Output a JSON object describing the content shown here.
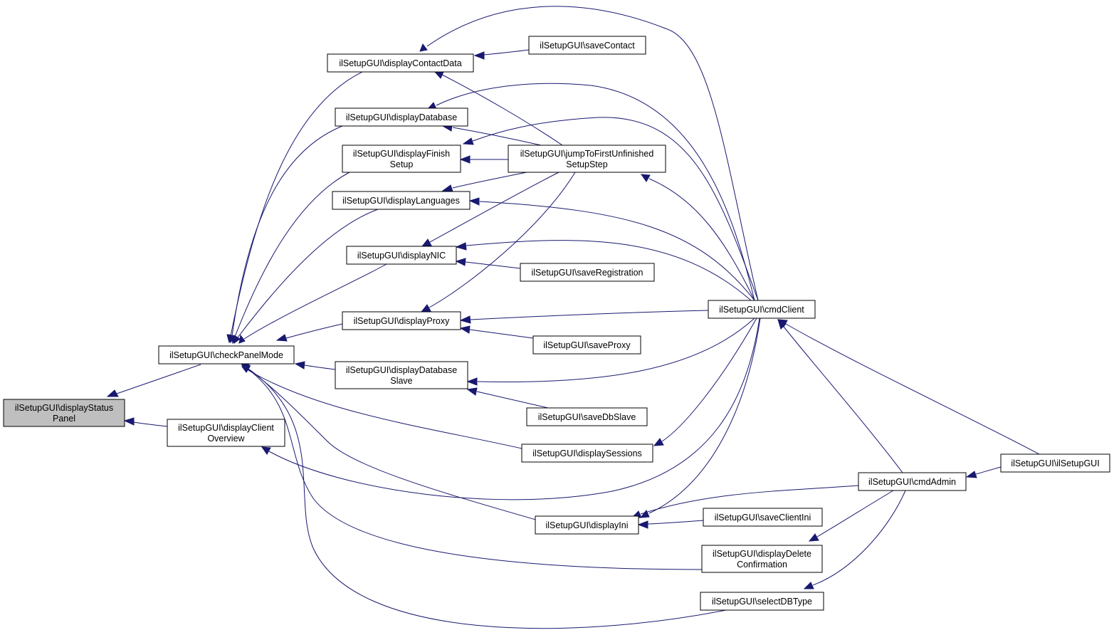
{
  "graph": {
    "nodes": [
      {
        "id": "displayStatusPanel",
        "lines": [
          "ilSetupGUI\\displayStatus",
          "Panel"
        ],
        "focus": true
      },
      {
        "id": "checkPanelMode",
        "lines": [
          "ilSetupGUI\\checkPanelMode"
        ]
      },
      {
        "id": "displayClientOverview",
        "lines": [
          "ilSetupGUI\\displayClient",
          "Overview"
        ]
      },
      {
        "id": "displayContactData",
        "lines": [
          "ilSetupGUI\\displayContactData"
        ]
      },
      {
        "id": "displayDatabase",
        "lines": [
          "ilSetupGUI\\displayDatabase"
        ]
      },
      {
        "id": "displayFinishSetup",
        "lines": [
          "ilSetupGUI\\displayFinish",
          "Setup"
        ]
      },
      {
        "id": "displayLanguages",
        "lines": [
          "ilSetupGUI\\displayLanguages"
        ]
      },
      {
        "id": "displayNIC",
        "lines": [
          "ilSetupGUI\\displayNIC"
        ]
      },
      {
        "id": "displayProxy",
        "lines": [
          "ilSetupGUI\\displayProxy"
        ]
      },
      {
        "id": "displayDatabaseSlave",
        "lines": [
          "ilSetupGUI\\displayDatabase",
          "Slave"
        ]
      },
      {
        "id": "saveContact",
        "lines": [
          "ilSetupGUI\\saveContact"
        ]
      },
      {
        "id": "jumpToFirstUnfinishedSetupStep",
        "lines": [
          "ilSetupGUI\\jumpToFirstUnfinished",
          "SetupStep"
        ]
      },
      {
        "id": "saveRegistration",
        "lines": [
          "ilSetupGUI\\saveRegistration"
        ]
      },
      {
        "id": "cmdClient",
        "lines": [
          "ilSetupGUI\\cmdClient"
        ]
      },
      {
        "id": "saveProxy",
        "lines": [
          "ilSetupGUI\\saveProxy"
        ]
      },
      {
        "id": "saveDbSlave",
        "lines": [
          "ilSetupGUI\\saveDbSlave"
        ]
      },
      {
        "id": "displaySessions",
        "lines": [
          "ilSetupGUI\\displaySessions"
        ]
      },
      {
        "id": "cmdAdmin",
        "lines": [
          "ilSetupGUI\\cmdAdmin"
        ]
      },
      {
        "id": "ilSetupGUI",
        "lines": [
          "ilSetupGUI\\ilSetupGUI"
        ]
      },
      {
        "id": "displayIni",
        "lines": [
          "ilSetupGUI\\displayIni"
        ]
      },
      {
        "id": "saveClientIni",
        "lines": [
          "ilSetupGUI\\saveClientIni"
        ]
      },
      {
        "id": "displayDeleteConfirmation",
        "lines": [
          "ilSetupGUI\\displayDelete",
          "Confirmation"
        ]
      },
      {
        "id": "selectDBType",
        "lines": [
          "ilSetupGUI\\selectDBType"
        ]
      }
    ],
    "edges": [
      {
        "from": "checkPanelMode",
        "to": "displayStatusPanel"
      },
      {
        "from": "displayClientOverview",
        "to": "displayStatusPanel"
      },
      {
        "from": "displayContactData",
        "to": "checkPanelMode"
      },
      {
        "from": "displayDatabase",
        "to": "checkPanelMode"
      },
      {
        "from": "displayFinishSetup",
        "to": "checkPanelMode"
      },
      {
        "from": "displayLanguages",
        "to": "checkPanelMode"
      },
      {
        "from": "displayNIC",
        "to": "checkPanelMode"
      },
      {
        "from": "displayProxy",
        "to": "checkPanelMode"
      },
      {
        "from": "displayDatabaseSlave",
        "to": "checkPanelMode"
      },
      {
        "from": "displaySessions",
        "to": "checkPanelMode"
      },
      {
        "from": "displayIni",
        "to": "checkPanelMode"
      },
      {
        "from": "displayDeleteConfirmation",
        "to": "checkPanelMode"
      },
      {
        "from": "selectDBType",
        "to": "checkPanelMode"
      },
      {
        "from": "saveContact",
        "to": "displayContactData"
      },
      {
        "from": "jumpToFirstUnfinishedSetupStep",
        "to": "displayContactData"
      },
      {
        "from": "cmdClient",
        "to": "displayContactData"
      },
      {
        "from": "jumpToFirstUnfinishedSetupStep",
        "to": "displayDatabase"
      },
      {
        "from": "cmdClient",
        "to": "displayDatabase"
      },
      {
        "from": "jumpToFirstUnfinishedSetupStep",
        "to": "displayFinishSetup"
      },
      {
        "from": "cmdClient",
        "to": "displayFinishSetup"
      },
      {
        "from": "jumpToFirstUnfinishedSetupStep",
        "to": "displayLanguages"
      },
      {
        "from": "cmdClient",
        "to": "displayLanguages"
      },
      {
        "from": "jumpToFirstUnfinishedSetupStep",
        "to": "displayNIC"
      },
      {
        "from": "saveRegistration",
        "to": "displayNIC"
      },
      {
        "from": "cmdClient",
        "to": "displayNIC"
      },
      {
        "from": "jumpToFirstUnfinishedSetupStep",
        "to": "displayProxy"
      },
      {
        "from": "cmdClient",
        "to": "displayProxy"
      },
      {
        "from": "saveProxy",
        "to": "displayProxy"
      },
      {
        "from": "cmdClient",
        "to": "displayDatabaseSlave"
      },
      {
        "from": "saveDbSlave",
        "to": "displayDatabaseSlave"
      },
      {
        "from": "cmdClient",
        "to": "displaySessions"
      },
      {
        "from": "cmdClient",
        "to": "displayClientOverview"
      },
      {
        "from": "cmdClient",
        "to": "jumpToFirstUnfinishedSetupStep"
      },
      {
        "from": "cmdClient",
        "to": "displayIni"
      },
      {
        "from": "cmdAdmin",
        "to": "displayIni"
      },
      {
        "from": "saveClientIni",
        "to": "displayIni"
      },
      {
        "from": "ilSetupGUI",
        "to": "cmdClient"
      },
      {
        "from": "cmdAdmin",
        "to": "cmdClient"
      },
      {
        "from": "ilSetupGUI",
        "to": "cmdAdmin"
      },
      {
        "from": "cmdAdmin",
        "to": "displayDeleteConfirmation"
      },
      {
        "from": "cmdAdmin",
        "to": "selectDBType"
      }
    ]
  }
}
